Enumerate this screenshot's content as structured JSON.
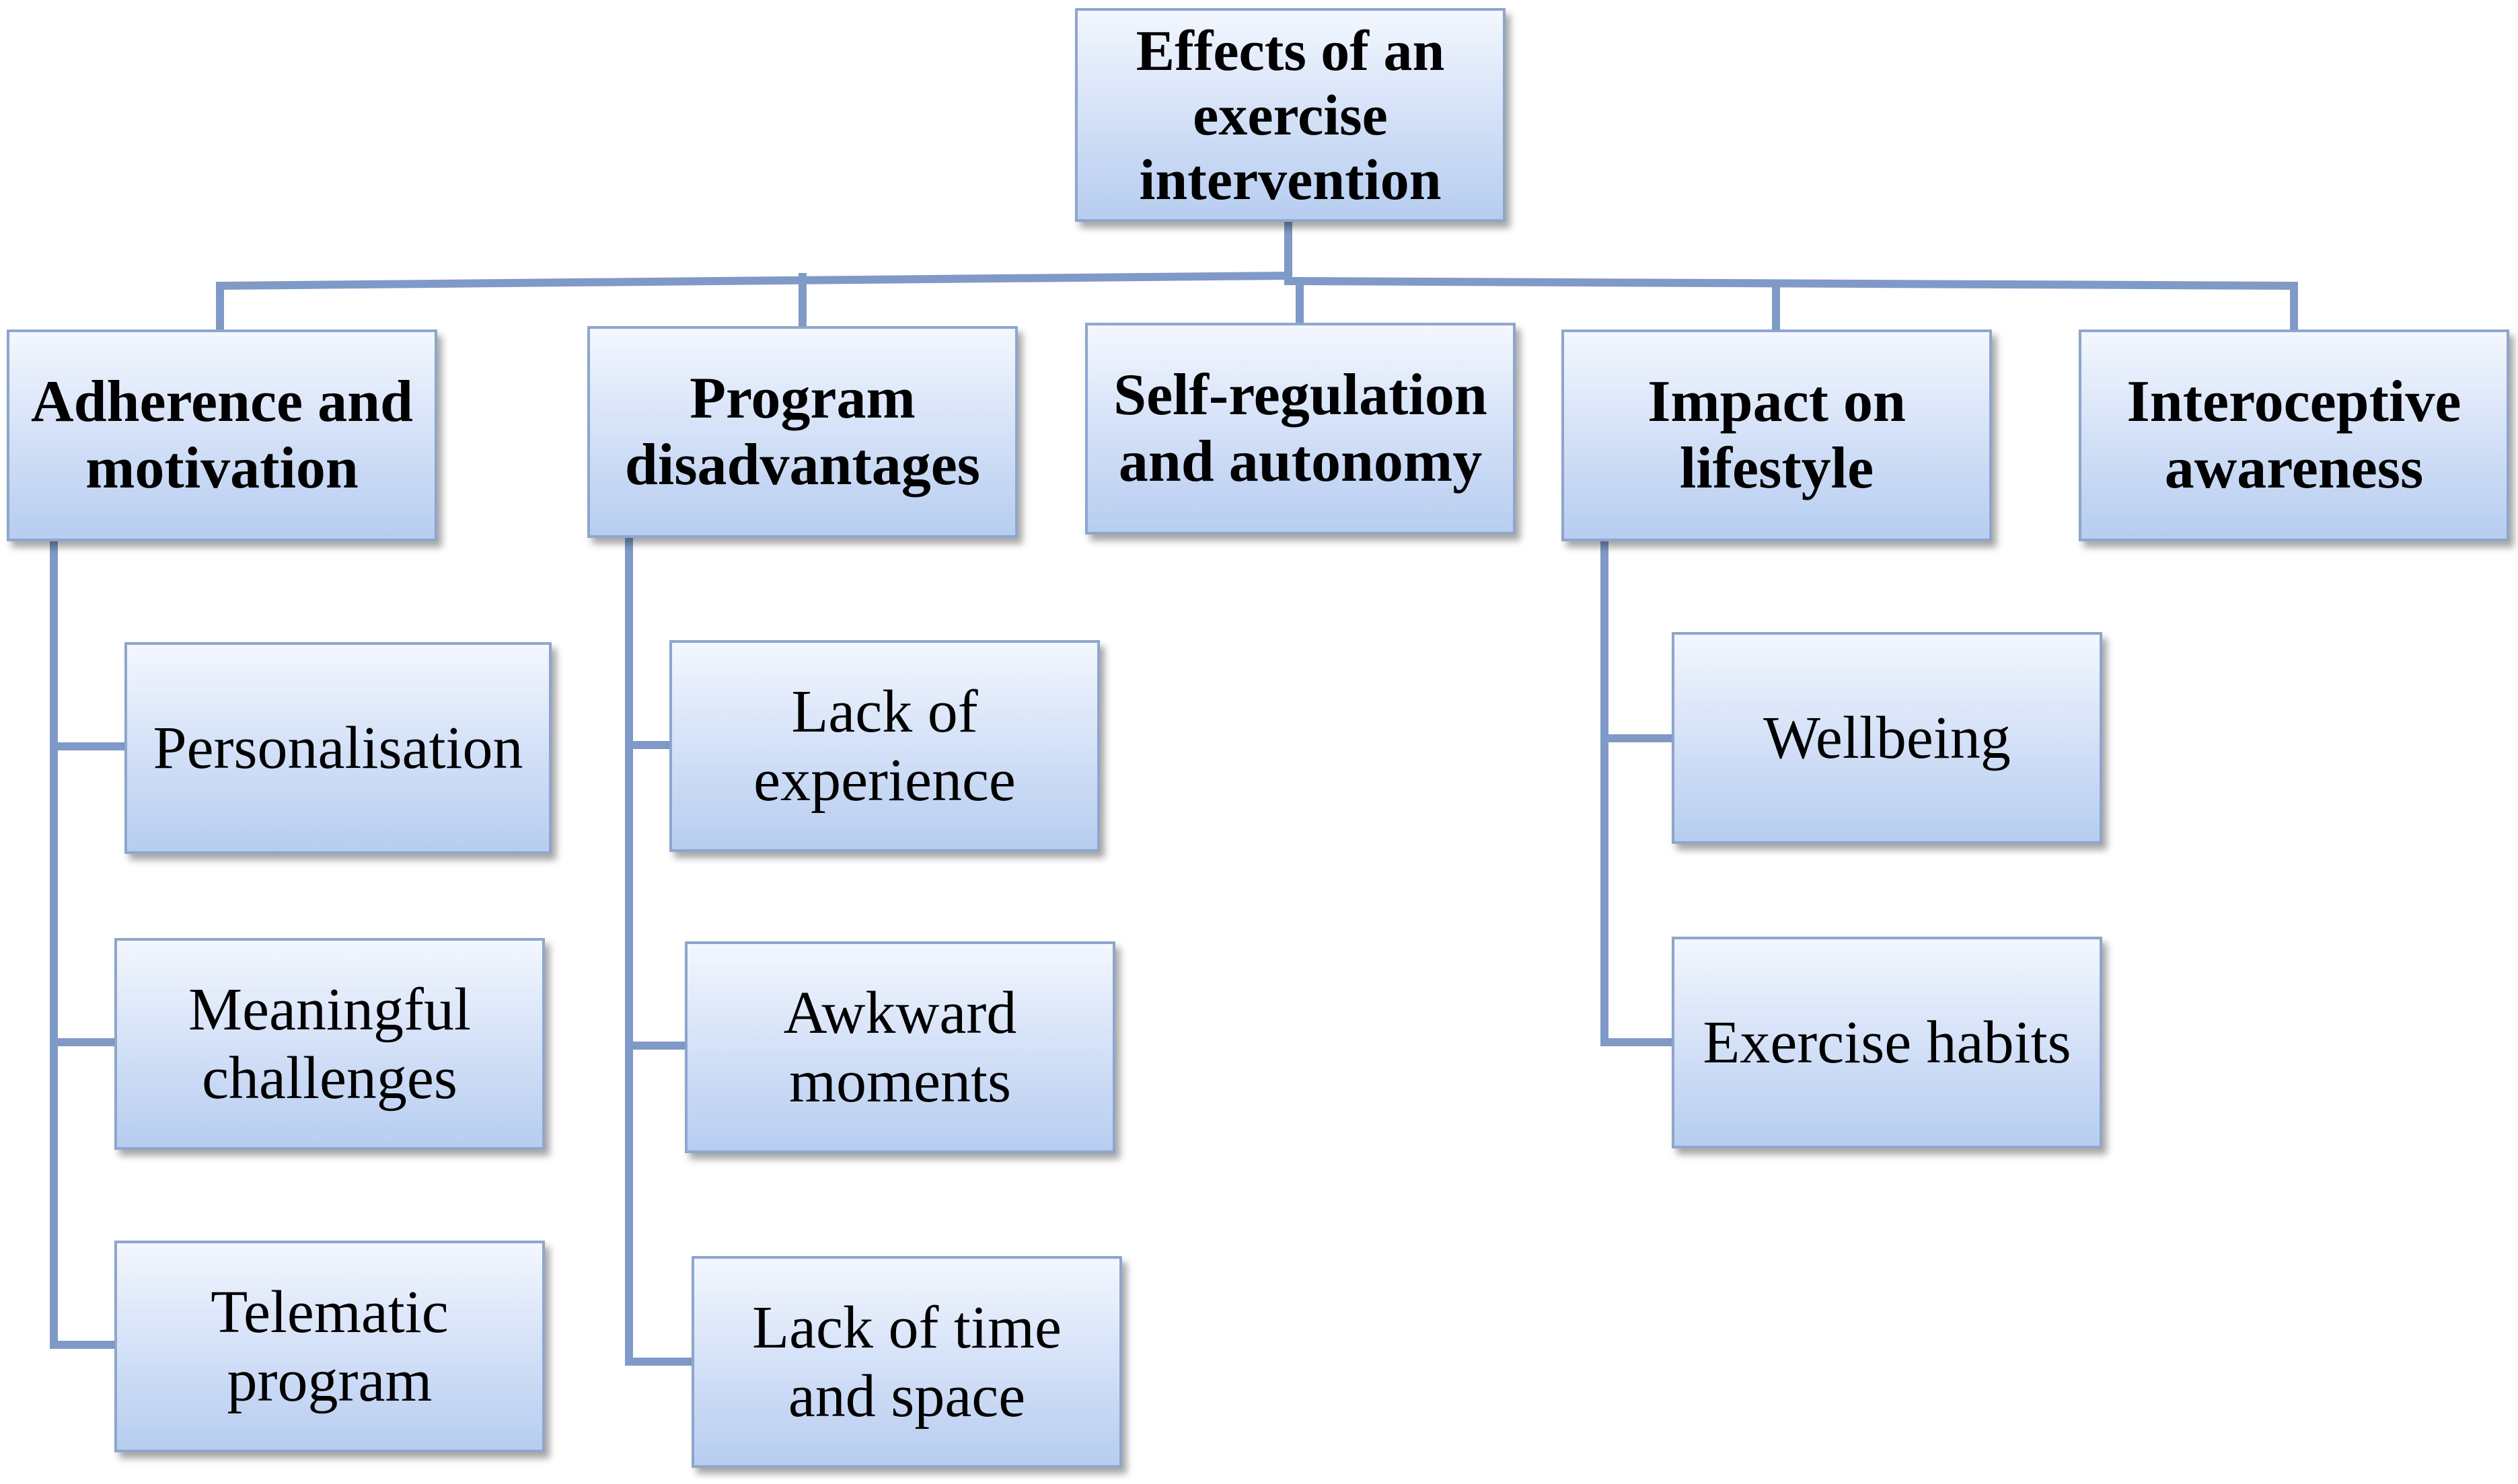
{
  "diagram": {
    "root": {
      "label": "Effects of an\nexercise\nintervention"
    },
    "categories": [
      {
        "label": "Adherence and\nmotivation",
        "children": [
          "Personalisation",
          "Meaningful\nchallenges",
          "Telematic\nprogram"
        ]
      },
      {
        "label": "Program\ndisadvantages",
        "children": [
          "Lack of\nexperience",
          "Awkward\nmoments",
          "Lack of time\nand space"
        ]
      },
      {
        "label": "Self-regulation\nand autonomy",
        "children": []
      },
      {
        "label": "Impact on\nlifestyle",
        "children": [
          "Wellbeing",
          "Exercise habits"
        ]
      },
      {
        "label": "Interoceptive\nawareness",
        "children": []
      }
    ]
  },
  "colors": {
    "connector": "#7f9ac6",
    "box_border": "#8ea6cc",
    "box_fill_top": "#f3f7fe",
    "box_fill_bottom": "#b7cdf0"
  }
}
